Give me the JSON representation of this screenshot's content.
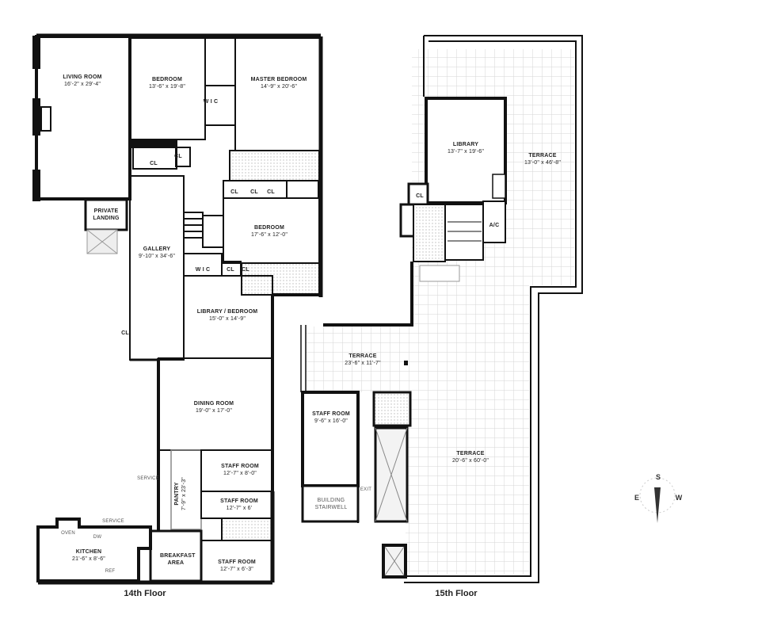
{
  "floors": [
    {
      "label": "14th Floor",
      "rooms": [
        {
          "name": "LIVING ROOM",
          "dims": "16'-2\" x 29'-4\""
        },
        {
          "name": "BEDROOM",
          "dims": "13'-6\" x 19'-8\""
        },
        {
          "name": "MASTER BEDROOM",
          "dims": "14'-9\" x 20'-6\""
        },
        {
          "name": "BEDROOM",
          "dims": "17'-6\" x 12'-0\""
        },
        {
          "name": "GALLERY",
          "dims": "9'-10\" x 34'-6\""
        },
        {
          "name": "LIBRARY / BEDROOM",
          "dims": "15'-0\" x 14'-9\""
        },
        {
          "name": "DINING ROOM",
          "dims": "19'-0\" x 17'-0\""
        },
        {
          "name": "PANTRY",
          "dims": "7'-9\" x 23'-3\""
        },
        {
          "name": "STAFF ROOM",
          "dims": "12'-7\" x 8'-0\""
        },
        {
          "name": "STAFF ROOM",
          "dims": "12'-7\" x 6'"
        },
        {
          "name": "STAFF ROOM",
          "dims": "12'-7\" x 6'-3\""
        },
        {
          "name": "KITCHEN",
          "dims": "21'-6\" x 8'-6\""
        },
        {
          "name": "BREAKFAST AREA",
          "dims": ""
        },
        {
          "name": "PRIVATE LANDING",
          "dims": ""
        }
      ],
      "minor_labels": {
        "wic": "W I C",
        "closet": "CL",
        "service": "SERVICE",
        "oven": "OVEN",
        "dw": "DW",
        "ref": "REF"
      }
    },
    {
      "label": "15th Floor",
      "rooms": [
        {
          "name": "LIBRARY",
          "dims": "13'-7\" x 19'-6\""
        },
        {
          "name": "TERRACE",
          "dims": "13'-0\" x 46'-8\""
        },
        {
          "name": "TERRACE",
          "dims": "23'-6\" x 11'-7\""
        },
        {
          "name": "TERRACE",
          "dims": "20'-6\" x 60'-0\""
        },
        {
          "name": "STAFF ROOM",
          "dims": "9'-6\" x 16'-0\""
        },
        {
          "name": "BUILDING STAIRWELL",
          "dims": ""
        }
      ],
      "minor_labels": {
        "closet": "CL",
        "ac": "A/C",
        "exit": "EXIT"
      }
    }
  ],
  "compass": {
    "top": "S",
    "left": "E",
    "right": "W",
    "icon": "compass-needle-icon"
  },
  "colors": {
    "wall": "#111111",
    "grid": "#d8d8d8",
    "tile": "#c8c8c8",
    "background": "#ffffff"
  }
}
